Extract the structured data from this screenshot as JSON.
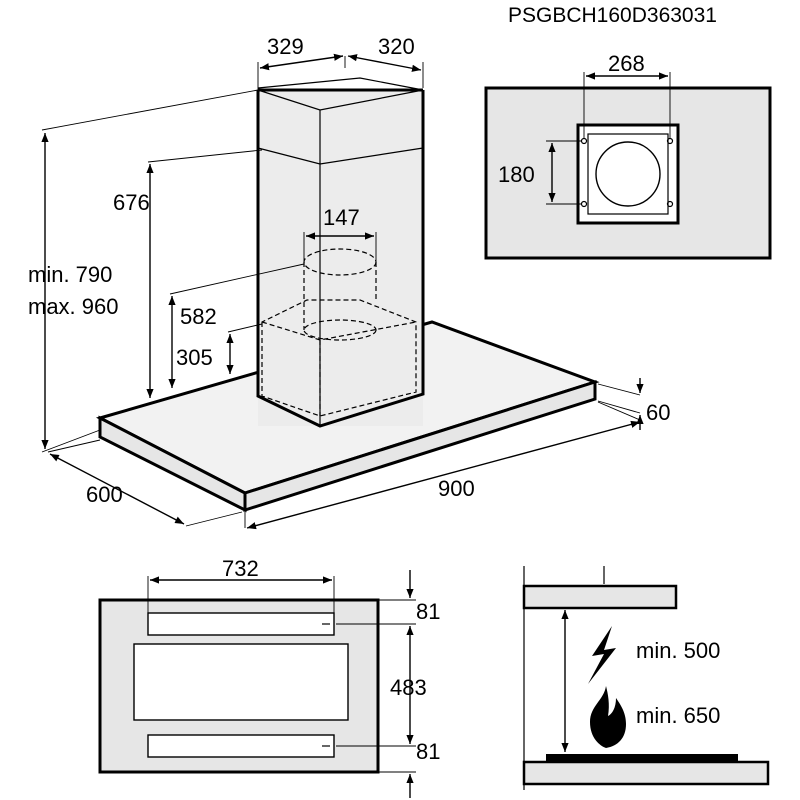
{
  "product_code": "PSGBCH160D363031",
  "chimney": {
    "width": "329",
    "depth": "320"
  },
  "heights": {
    "total_min": "min. 790",
    "total_max": "max. 960",
    "upper_height": "676",
    "inner_height": "582",
    "box_height": "305"
  },
  "outlet_diameter": "147",
  "canopy": {
    "thickness": "60",
    "width": "900",
    "depth": "600"
  },
  "wall_plate": {
    "width": "268",
    "height": "180"
  },
  "bottom_view": {
    "width": "732",
    "filter_top": "81",
    "middle": "483",
    "filter_bottom": "81"
  },
  "clearance": {
    "electric": "min. 500",
    "gas": "min. 650"
  },
  "icons": [
    "lightning-icon",
    "flame-icon"
  ]
}
